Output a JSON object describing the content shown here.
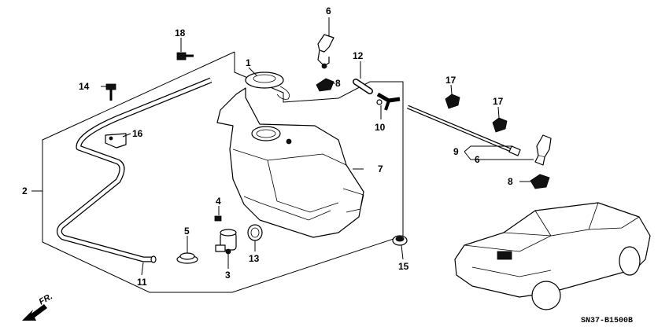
{
  "callouts": {
    "c1": "1",
    "c2": "2",
    "c3": "3",
    "c4": "4",
    "c5": "5",
    "c6a": "6",
    "c6b": "6",
    "c7": "7",
    "c8a": "8",
    "c8b": "8",
    "c9": "9",
    "c10": "10",
    "c11": "11",
    "c12": "12",
    "c13": "13",
    "c14": "14",
    "c15": "15",
    "c16": "16",
    "c17a": "17",
    "c17b": "17",
    "c18": "18"
  },
  "direction_label": "FR.",
  "diagram_code": "SN37-B1500B"
}
